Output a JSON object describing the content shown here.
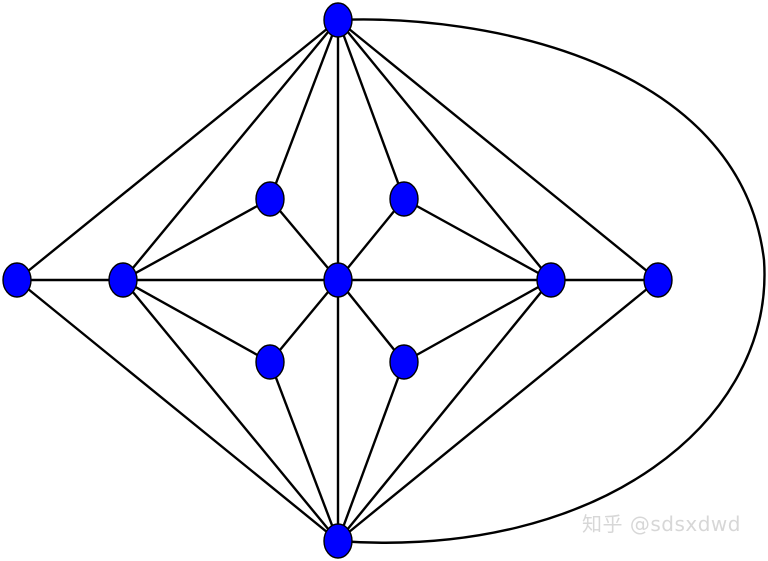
{
  "diagram": {
    "node_fill": "#0000ff",
    "edge_color": "#000000",
    "background": "#ffffff",
    "nodes": [
      {
        "id": "top"
      },
      {
        "id": "far-left"
      },
      {
        "id": "left"
      },
      {
        "id": "center"
      },
      {
        "id": "right"
      },
      {
        "id": "far-right"
      },
      {
        "id": "upper-left"
      },
      {
        "id": "upper-right"
      },
      {
        "id": "lower-left"
      },
      {
        "id": "lower-right"
      },
      {
        "id": "bottom"
      }
    ],
    "edges": [
      [
        "top",
        "far-left"
      ],
      [
        "top",
        "left"
      ],
      [
        "top",
        "upper-left"
      ],
      [
        "top",
        "center"
      ],
      [
        "top",
        "upper-right"
      ],
      [
        "top",
        "right"
      ],
      [
        "top",
        "far-right"
      ],
      [
        "far-left",
        "left"
      ],
      [
        "left",
        "center"
      ],
      [
        "center",
        "right"
      ],
      [
        "right",
        "far-right"
      ],
      [
        "left",
        "upper-left"
      ],
      [
        "upper-left",
        "center"
      ],
      [
        "upper-right",
        "center"
      ],
      [
        "upper-right",
        "right"
      ],
      [
        "left",
        "lower-left"
      ],
      [
        "lower-left",
        "center"
      ],
      [
        "center",
        "lower-right"
      ],
      [
        "lower-right",
        "right"
      ],
      [
        "center",
        "bottom"
      ],
      [
        "lower-left",
        "bottom"
      ],
      [
        "lower-right",
        "bottom"
      ],
      [
        "far-left",
        "bottom"
      ],
      [
        "left",
        "bottom"
      ],
      [
        "right",
        "bottom"
      ],
      [
        "far-right",
        "bottom"
      ]
    ],
    "curved_edge": [
      "top",
      "bottom"
    ]
  },
  "watermark": {
    "text": "知乎 @sdsxdwd"
  }
}
